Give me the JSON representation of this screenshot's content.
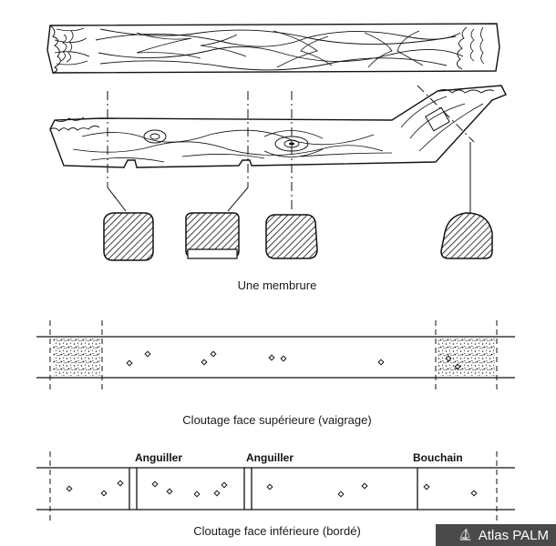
{
  "captions": {
    "frame": "Une membrure",
    "top_nailing": "Cloutage face supérieure (vaigrage)",
    "bottom_nailing": "Cloutage face inférieure (bordé)"
  },
  "labels": {
    "anguiller_1": "Anguiller",
    "anguiller_2": "Anguiller",
    "bouchain": "Bouchain"
  },
  "watermark": {
    "text": "Atlas PALM",
    "icon": "boat-icon"
  }
}
